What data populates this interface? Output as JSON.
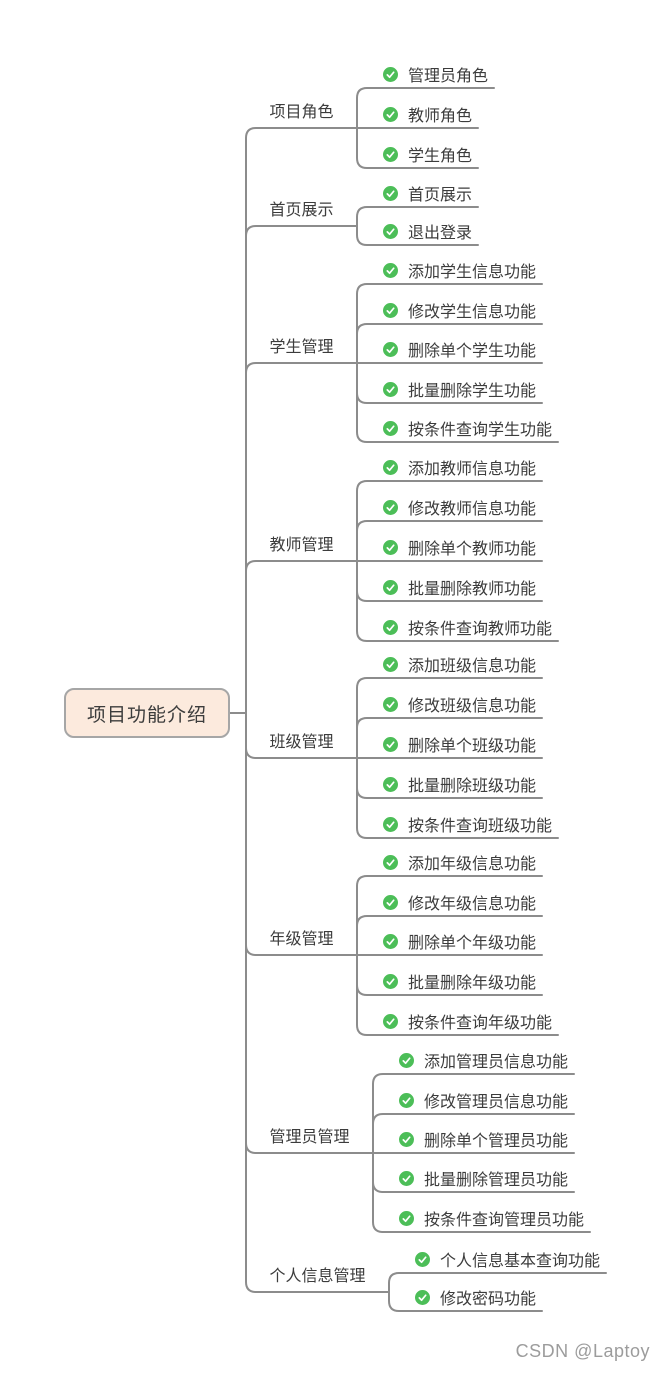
{
  "root": {
    "label": "项目功能介绍"
  },
  "watermark": {
    "text": "CSDN @Laptoy"
  },
  "leaf_icon": {
    "name": "check-circle-icon",
    "glyph": "✓"
  },
  "colors": {
    "line": "#8c8c8c",
    "check_green": "#4cbe58",
    "check_mark": "#ffffff",
    "root_bg": "#fceadd",
    "root_border": "#a6a6a6",
    "text": "#3c3c3c",
    "watermark": "#9c9c9c"
  },
  "branches": [
    {
      "label": "项目角色",
      "children": [
        "管理员角色",
        "教师角色",
        "学生角色"
      ]
    },
    {
      "label": "首页展示",
      "children": [
        "首页展示",
        "退出登录"
      ]
    },
    {
      "label": "学生管理",
      "children": [
        "添加学生信息功能",
        "修改学生信息功能",
        "删除单个学生功能",
        "批量删除学生功能",
        "按条件查询学生功能"
      ]
    },
    {
      "label": "教师管理",
      "children": [
        "添加教师信息功能",
        "修改教师信息功能",
        "删除单个教师功能",
        "批量删除教师功能",
        "按条件查询教师功能"
      ]
    },
    {
      "label": "班级管理",
      "children": [
        "添加班级信息功能",
        "修改班级信息功能",
        "删除单个班级功能",
        "批量删除班级功能",
        "按条件查询班级功能"
      ]
    },
    {
      "label": "年级管理",
      "children": [
        "添加年级信息功能",
        "修改年级信息功能",
        "删除单个年级功能",
        "批量删除年级功能",
        "按条件查询年级功能"
      ]
    },
    {
      "label": "管理员管理",
      "children": [
        "添加管理员信息功能",
        "修改管理员信息功能",
        "删除单个管理员功能",
        "批量删除管理员功能",
        "按条件查询管理员功能"
      ]
    },
    {
      "label": "个人信息管理",
      "children": [
        "个人信息基本查询功能",
        "修改密码功能"
      ]
    }
  ]
}
